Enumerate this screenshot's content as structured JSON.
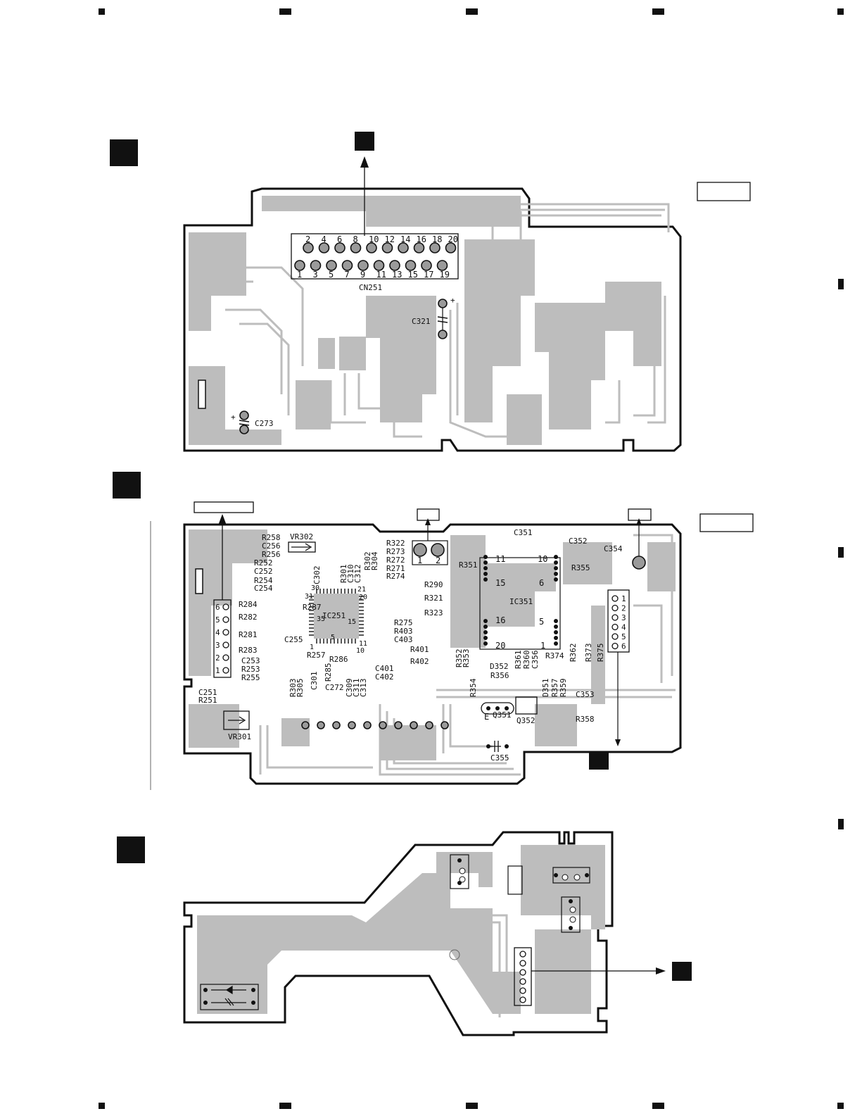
{
  "boards": {
    "top": {
      "connector": "CN251",
      "capacitors": [
        "C321",
        "C273"
      ],
      "pins_even": [
        "2",
        "4",
        "6",
        "8",
        "10",
        "12",
        "14",
        "16",
        "18",
        "20"
      ],
      "pins_odd": [
        "1",
        "3",
        "5",
        "7",
        "9",
        "11",
        "13",
        "15",
        "17",
        "19"
      ]
    },
    "middle": {
      "ic_main": "IC251",
      "ic_second": "IC351",
      "ic251_pins": [
        "30",
        "21",
        "31",
        "20",
        "35",
        "15",
        "5",
        "1",
        "10",
        "11"
      ],
      "ic351_pins": [
        "11",
        "10",
        "15",
        "6",
        "16",
        "5",
        "20",
        "1"
      ],
      "trimmers": [
        "VR302",
        "VR301"
      ],
      "left_connector_pins": [
        "6",
        "5",
        "4",
        "3",
        "2",
        "1"
      ],
      "right_connector_pins": [
        "1",
        "2",
        "3",
        "4",
        "5",
        "6"
      ],
      "jumper_pins": [
        "1",
        "2"
      ],
      "transistor_pin": "E",
      "labels_left": [
        "R252",
        "C252",
        "R254",
        "C254",
        "R284",
        "R282",
        "R281",
        "R283",
        "C253",
        "R253",
        "R255",
        "C251",
        "R251",
        "C255",
        "R287",
        "R257",
        "R303",
        "R305",
        "C301",
        "C272",
        "R286",
        "R285",
        "C309",
        "C311",
        "C313"
      ],
      "labels_top": [
        "R258",
        "C256",
        "R256",
        "C302",
        "R301",
        "C310",
        "C312",
        "R302",
        "R304",
        "R322",
        "R273",
        "R272",
        "R271",
        "R274"
      ],
      "labels_mid": [
        "R290",
        "R321",
        "R323",
        "R275",
        "R403",
        "C403",
        "R401",
        "R402",
        "C401",
        "C402"
      ],
      "labels_right": [
        "C351",
        "C352",
        "C354",
        "R351",
        "R355",
        "R352",
        "R353",
        "D352",
        "R356",
        "R354",
        "R361",
        "R360",
        "C356",
        "D351",
        "R357",
        "R359",
        "R374",
        "R362",
        "R373",
        "R375",
        "C353",
        "R358",
        "Q351",
        "Q352",
        "C355"
      ]
    },
    "bottom": {
      "connector_pins": 6
    }
  }
}
